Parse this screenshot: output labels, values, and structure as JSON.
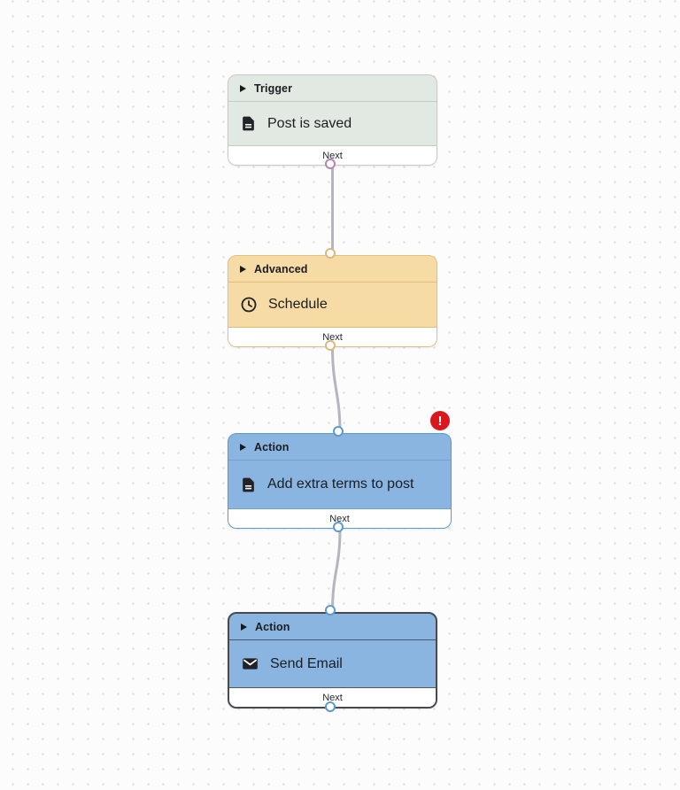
{
  "canvas": {
    "background_color": "#fcfcfc",
    "dot_color": "#dcdcdc",
    "edge_color": "#b5b5bc",
    "text_color": "#1b1d20"
  },
  "nodes": [
    {
      "id": "trigger-post-is-saved",
      "category": "Trigger",
      "title": "Post is saved",
      "footer": "Next",
      "icon": "document-icon",
      "colors": {
        "fill": "#e2e9e2",
        "border": "#c5ccc5",
        "divider": "#c3cbc3",
        "port": "#b286b2"
      }
    },
    {
      "id": "advanced-schedule",
      "category": "Advanced",
      "title": "Schedule",
      "footer": "Next",
      "icon": "clock-icon",
      "colors": {
        "fill": "#f6dba4",
        "border": "#e2c07e",
        "divider": "#dfbd7c",
        "port": "#d9b97e"
      }
    },
    {
      "id": "action-add-extra-terms-to-post",
      "category": "Action",
      "title": "Add extra terms to post",
      "footer": "Next",
      "icon": "document-icon",
      "has_error": true,
      "colors": {
        "fill": "#8ab5e1",
        "border": "#5e9ad0",
        "divider": "#6da3d6",
        "port": "#5e9ad0"
      }
    },
    {
      "id": "action-send-email",
      "category": "Action",
      "title": "Send Email",
      "footer": "Next",
      "icon": "envelope-icon",
      "selected": true,
      "colors": {
        "fill": "#8ab5e1",
        "border": "#474b50",
        "divider": "#4e565e",
        "port": "#5e9ad0"
      }
    }
  ],
  "error_badge": {
    "symbol": "!",
    "color": "#da161f"
  }
}
